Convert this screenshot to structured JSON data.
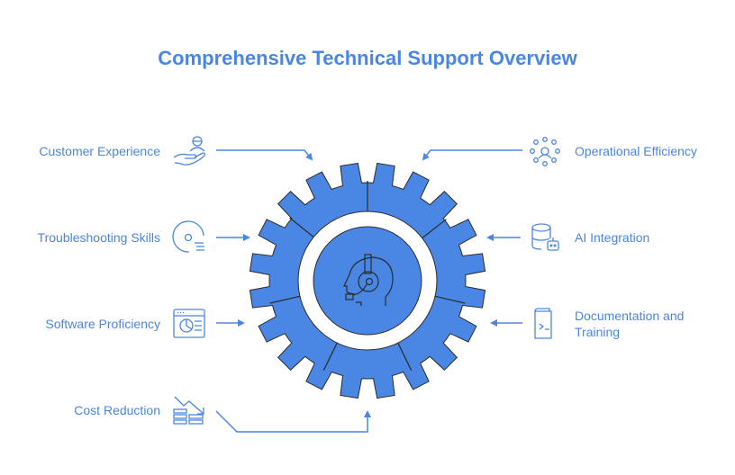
{
  "title": "Comprehensive Technical Support Overview",
  "colors": {
    "accent": "#4a86e4",
    "outline": "#2b2b2b",
    "background": "#ffffff"
  },
  "center_icon": "headset-agent-icon",
  "left_items": [
    {
      "label": "Customer Experience",
      "icon": "hand-user-icon"
    },
    {
      "label": "Troubleshooting Skills",
      "icon": "disc-list-icon"
    },
    {
      "label": "Software Proficiency",
      "icon": "app-window-chart-icon"
    },
    {
      "label": "Cost Reduction",
      "icon": "coins-down-trend-icon"
    }
  ],
  "right_items": [
    {
      "label": "Operational Efficiency",
      "icon": "user-network-icon"
    },
    {
      "label": "AI Integration",
      "icon": "database-bot-icon"
    },
    {
      "label": "Documentation and Training",
      "icon": "terminal-book-icon"
    }
  ]
}
